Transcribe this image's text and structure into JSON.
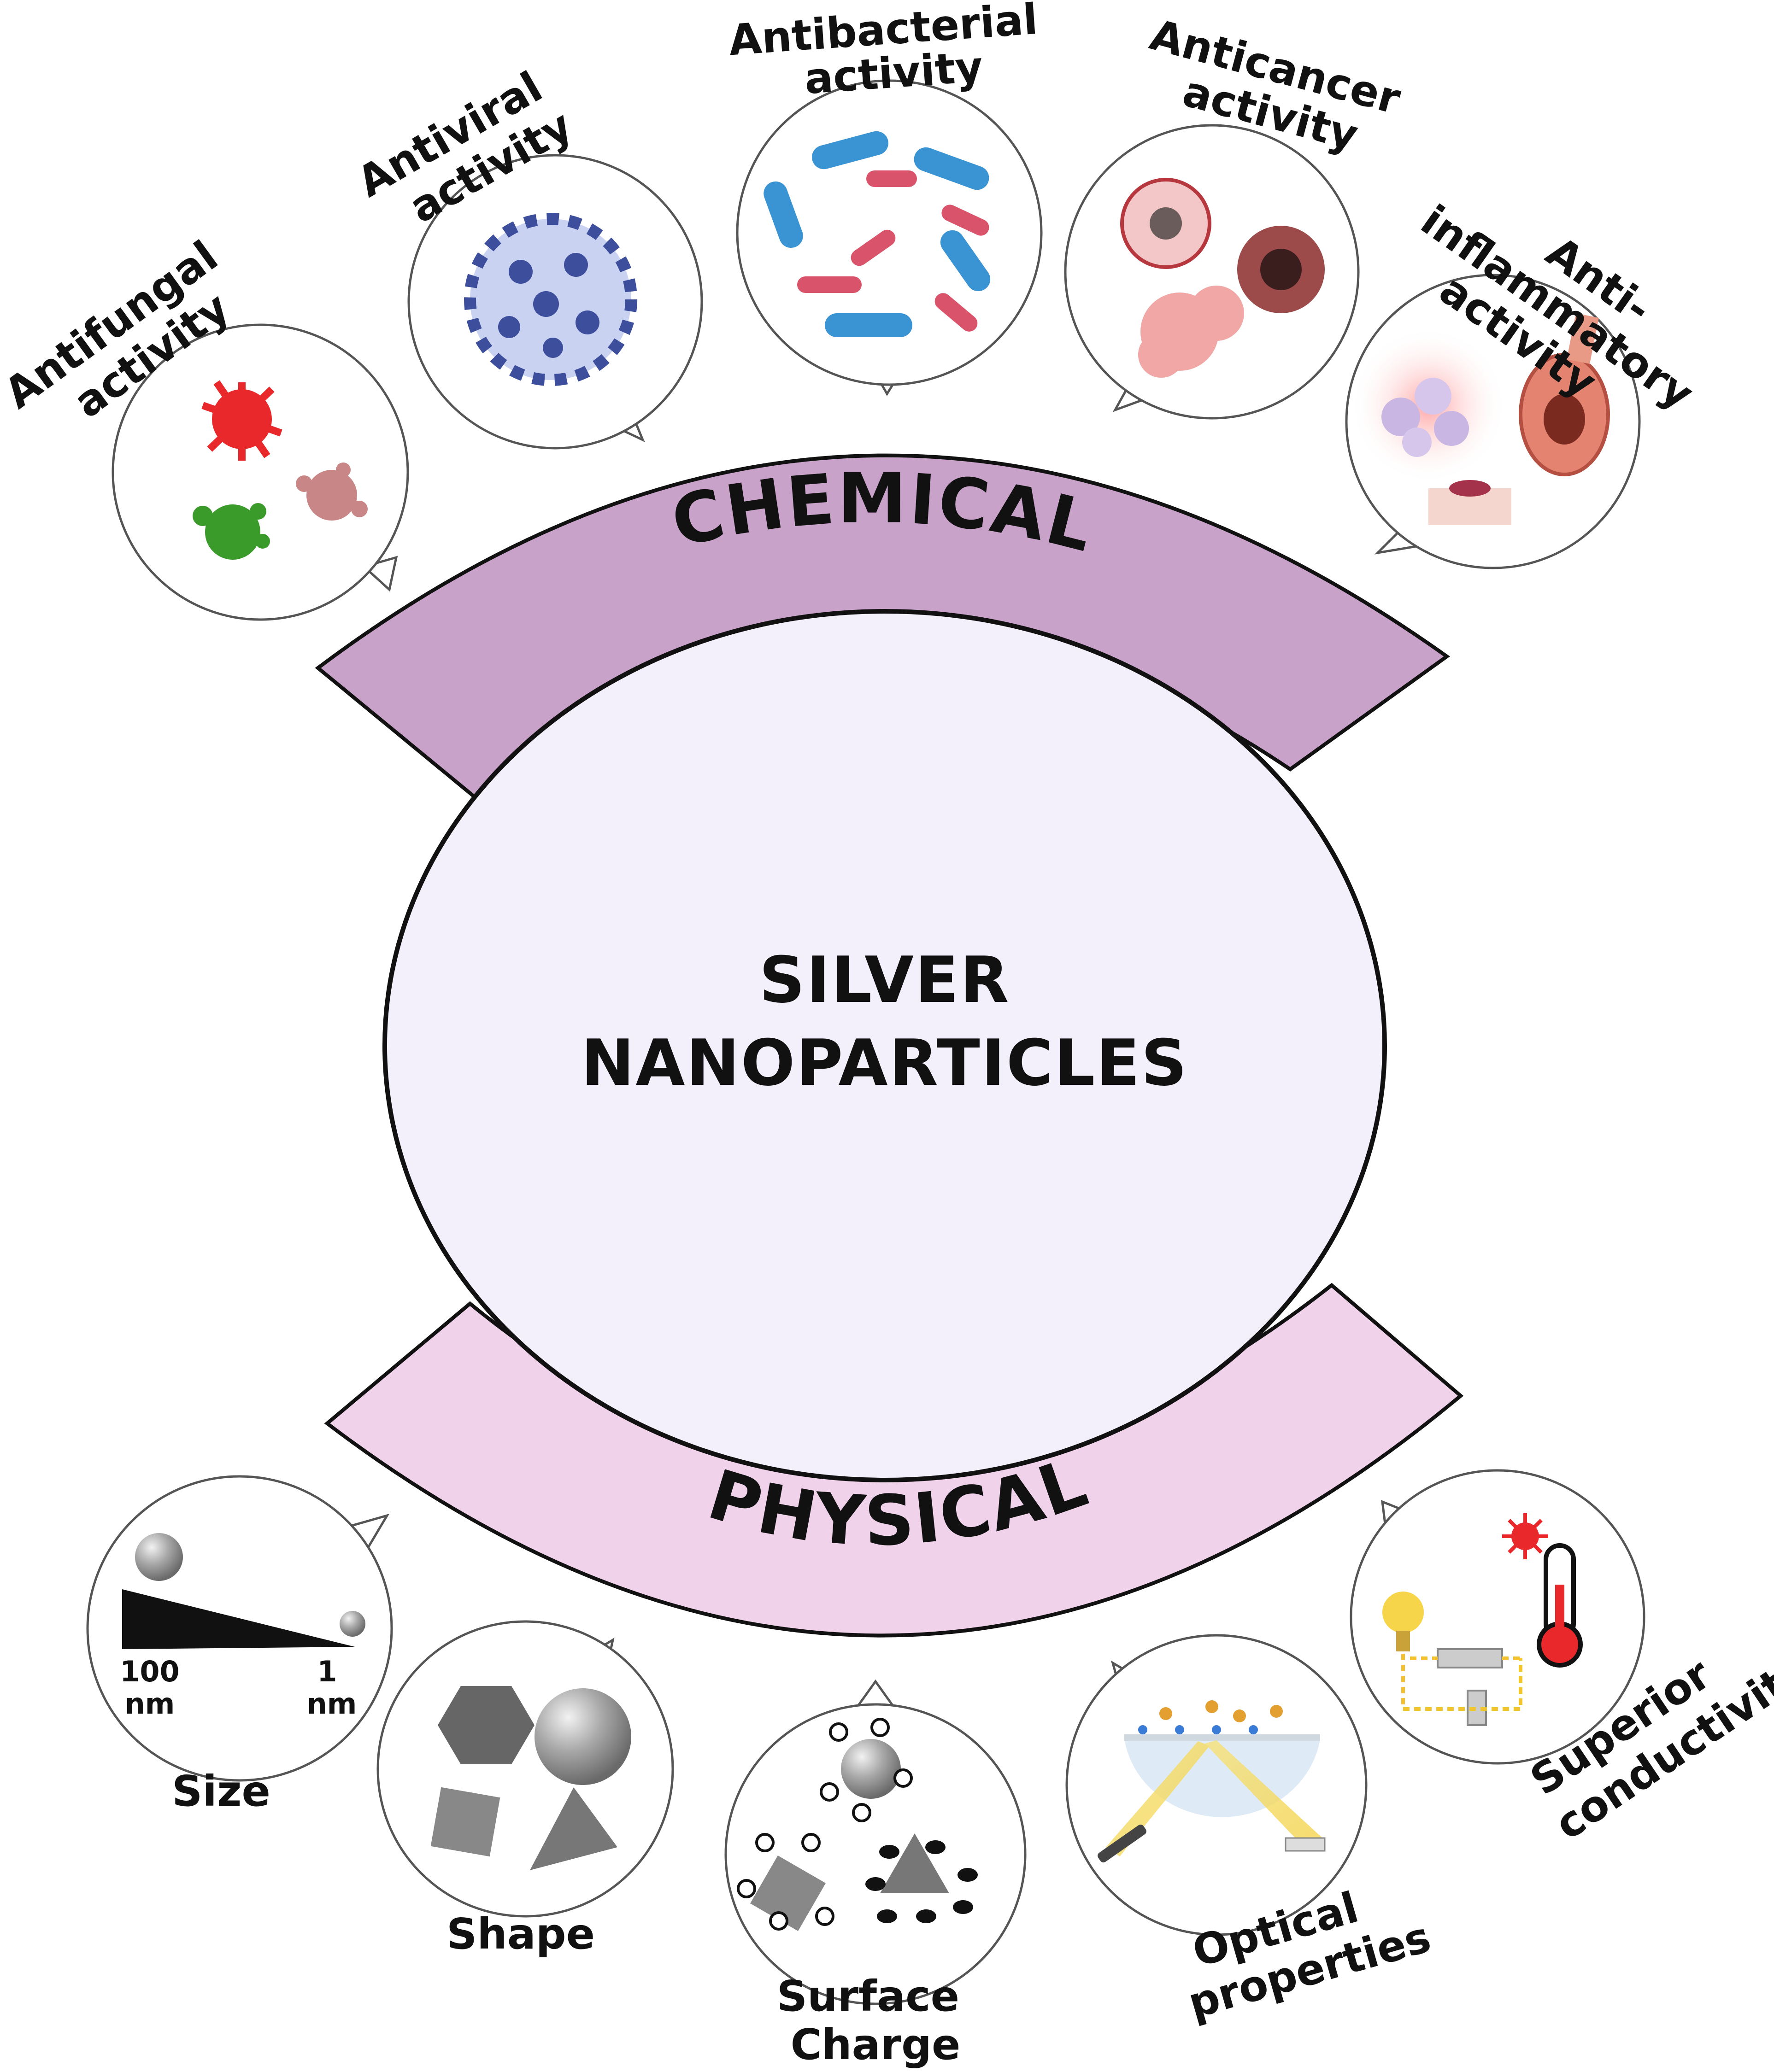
{
  "center": {
    "line1": "SILVER",
    "line2": "NANOPARTICLES"
  },
  "bands": {
    "top": "CHEMICAL",
    "bottom": "PHYSICAL"
  },
  "chemical": {
    "antifungal": [
      "Antifungal",
      "activity"
    ],
    "antiviral": [
      "Antiviral",
      "activity"
    ],
    "antibacterial": [
      "Antibacterial",
      "activity"
    ],
    "anticancer": [
      "Anticancer",
      "activity"
    ],
    "antiinflammatory": [
      "Anti-",
      "inflammatory",
      "activity"
    ]
  },
  "physical": {
    "size": "Size",
    "size_scale": {
      "left_value": "100",
      "left_unit": "nm",
      "right_value": "1",
      "right_unit": "nm"
    },
    "shape": "Shape",
    "surface_charge": [
      "Surface",
      "Charge"
    ],
    "optical": [
      "Optical",
      "properties"
    ],
    "conductivity": [
      "Superior",
      "conductivity"
    ]
  },
  "colors": {
    "chemical_band": "#c8a2c8",
    "physical_band": "#f0d2ea",
    "core_fill": "#f3f0fb",
    "outline": "#111111"
  }
}
